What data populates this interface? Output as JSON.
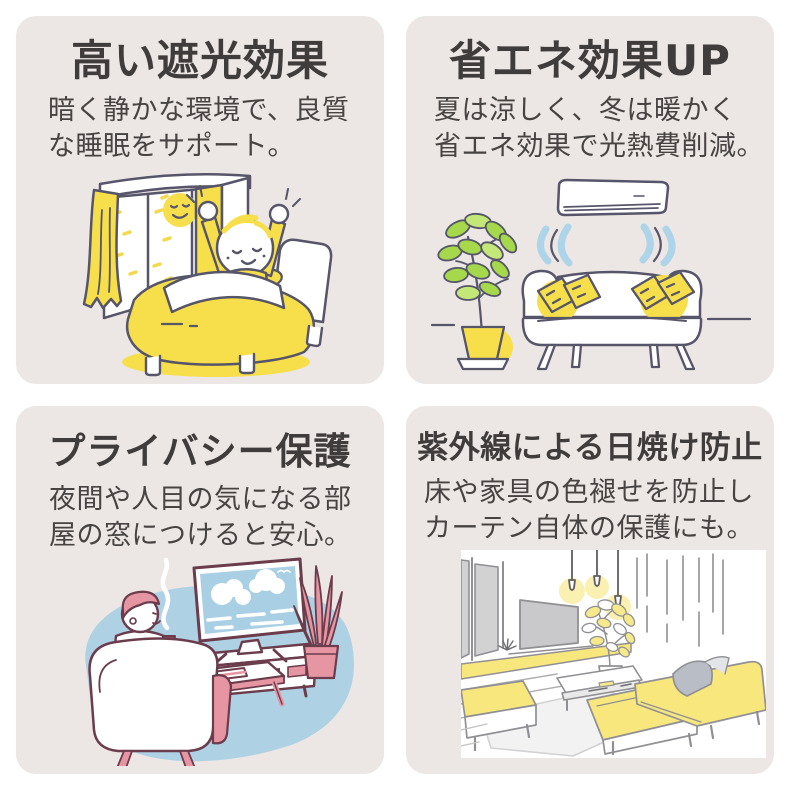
{
  "page": {
    "background": "#ffffff"
  },
  "colors": {
    "card_background": "#ece6e4",
    "heading_text": "#403c3b",
    "body_text": "#474342",
    "accent_yellow": "#f7df4c",
    "sketch_outline_navy": "#565569",
    "light_blue": "#aed2e4",
    "rose_pink": "#e695a3",
    "sketch_outline_maroon": "#6b3c4b",
    "leaf_green": "#a5d94b",
    "soft_yellow": "#f8e77d",
    "sketch_gray": "#909094"
  },
  "cards": [
    {
      "id": "blackout",
      "title": "高い遮光効果",
      "desc": [
        "暗く静かな環境で、良質",
        "な睡眠をサポート。"
      ],
      "illustration": "bedroom-wakeup-illustration"
    },
    {
      "id": "energy-saving",
      "title": "省エネ効果UP",
      "desc": [
        "夏は涼しく、冬は暖かく",
        "省エネ効果で光熱費削減。"
      ],
      "illustration": "aircon-sofa-illustration"
    },
    {
      "id": "privacy",
      "title": "プライバシー保護",
      "desc": [
        "夜間や人目の気になる部",
        "屋の窓につけると安心。"
      ],
      "illustration": "tv-livingroom-illustration"
    },
    {
      "id": "uv-protection",
      "title": "紫外線による日焼け防止",
      "desc": [
        "床や家具の色褪せを防止し",
        "カーテン自体の保護にも。"
      ],
      "illustration": "sunlit-livingroom-illustration"
    }
  ]
}
